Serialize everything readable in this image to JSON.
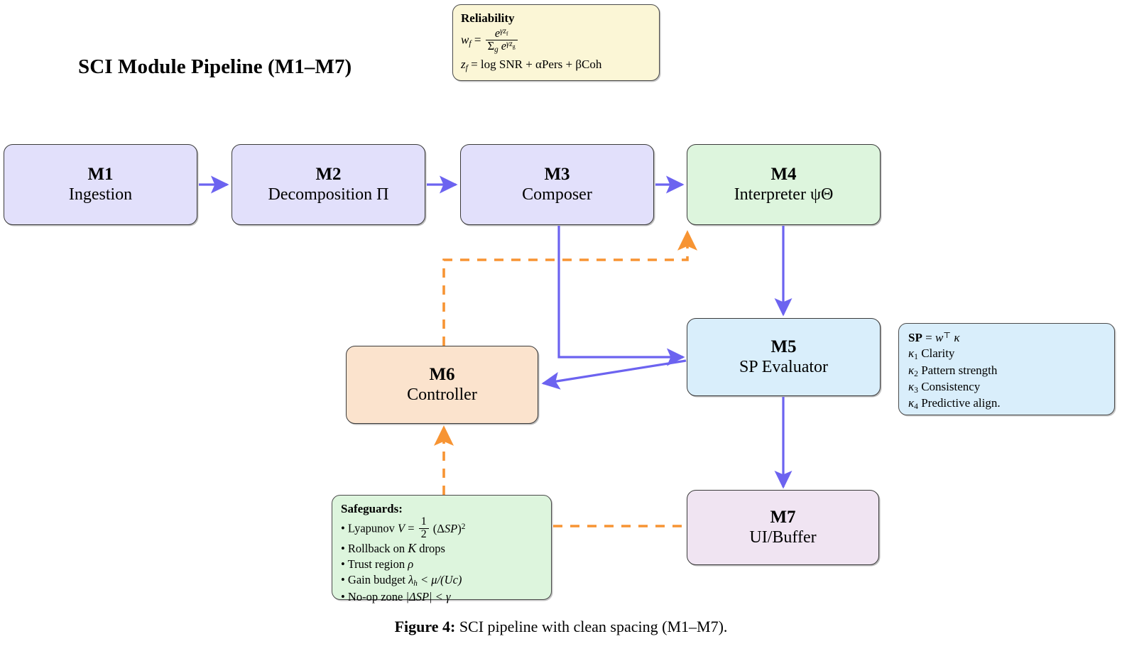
{
  "title": "SCI Module Pipeline (M1–M7)",
  "caption": {
    "label": "Figure 4:",
    "text": "SCI pipeline with clean spacing (M1–M7)."
  },
  "colors": {
    "lavender": "#e2e0fb",
    "green": "#ddf5dd",
    "lightblue": "#d9eefb",
    "orange_fill": "#fbe3cd",
    "purple_fill": "#f0e4f2",
    "yellow_fill": "#fbf6d6",
    "arrow_blue": "#6c63f0",
    "arrow_orange": "#f79433",
    "node_border": "#3a3a3a"
  },
  "nodes": [
    {
      "id": "M1",
      "label": "Ingestion",
      "fill": "#e2e0fb"
    },
    {
      "id": "M2",
      "label": "Decomposition Π",
      "fill": "#e2e0fb"
    },
    {
      "id": "M3",
      "label": "Composer",
      "fill": "#e2e0fb"
    },
    {
      "id": "M4",
      "label": "Interpreter ψΘ",
      "fill": "#ddf5dd"
    },
    {
      "id": "M5",
      "label": "SP Evaluator",
      "fill": "#d9eefb"
    },
    {
      "id": "M6",
      "label": "Controller",
      "fill": "#fbe3cd"
    },
    {
      "id": "M7",
      "label": "UI/Buffer",
      "fill": "#f0e4f2"
    }
  ],
  "reliability_box": {
    "title": "Reliability",
    "formula_1": "w_f = e^{γ z_f} / Σ_g e^{γ z_g}",
    "formula_2": "z_f = log SNR + αPers + βCoh",
    "w": "w",
    "w_sub": "f",
    "eq": "=",
    "num_e": "e",
    "num_exp": "γz",
    "num_exp_sub": "f",
    "den_sigma": "Σ",
    "den_sigma_sub": "g",
    "den_e": "e",
    "den_exp": "γz",
    "den_exp_sub": "g",
    "z": "z",
    "z_sub": "f",
    "rhs": "= log SNR + αPers + βCoh"
  },
  "sp_box": {
    "header_sp": "SP",
    "header_eq": "=",
    "header_w": "w",
    "header_transpose": "⊤",
    "header_kappa": "κ",
    "items": [
      {
        "sym": "κ",
        "sub": "1",
        "text": "Clarity"
      },
      {
        "sym": "κ",
        "sub": "2",
        "text": "Pattern strength"
      },
      {
        "sym": "κ",
        "sub": "3",
        "text": "Consistency"
      },
      {
        "sym": "κ",
        "sub": "4",
        "text": "Predictive align."
      }
    ]
  },
  "safeguards_box": {
    "title": "Safeguards:",
    "items": [
      {
        "bullet": "•",
        "text": "Lyapunov",
        "math": "V = ½(ΔSP)²"
      },
      {
        "bullet": "•",
        "text": "Rollback on",
        "math": "K",
        "tail": "drops"
      },
      {
        "bullet": "•",
        "text": "Trust region",
        "math": "ρ"
      },
      {
        "bullet": "•",
        "text": "Gain budget",
        "math": "λ_h < μ/(Uc)"
      },
      {
        "bullet": "•",
        "text": "No-op zone",
        "math": "|ΔSP| < γ"
      }
    ]
  },
  "edges": [
    {
      "name": "m1-to-m2",
      "from": "M1",
      "to": "M2",
      "style": "solid",
      "color": "#6c63f0"
    },
    {
      "name": "m2-to-m3",
      "from": "M2",
      "to": "M3",
      "style": "solid",
      "color": "#6c63f0"
    },
    {
      "name": "m3-to-m4",
      "from": "M3",
      "to": "M4",
      "style": "solid",
      "color": "#6c63f0"
    },
    {
      "name": "m4-to-m5",
      "from": "M4",
      "to": "M5",
      "style": "solid",
      "color": "#6c63f0"
    },
    {
      "name": "m3-to-m5",
      "from": "M3",
      "to": "M5",
      "style": "solid",
      "color": "#6c63f0"
    },
    {
      "name": "m5-to-m6",
      "from": "M5",
      "to": "M6",
      "style": "solid",
      "color": "#6c63f0"
    },
    {
      "name": "m5-to-m7",
      "from": "M5",
      "to": "M7",
      "style": "solid",
      "color": "#6c63f0"
    },
    {
      "name": "m6-to-m4-feedback",
      "from": "M6",
      "to": "M4",
      "style": "dashed",
      "color": "#f79433"
    },
    {
      "name": "safeguards-to-m6",
      "from": "Safeguards",
      "to": "M6",
      "style": "dashed",
      "color": "#f79433"
    },
    {
      "name": "safeguards-to-m7",
      "from": "Safeguards",
      "to": "M7",
      "style": "dashed",
      "color": "#f79433"
    }
  ]
}
